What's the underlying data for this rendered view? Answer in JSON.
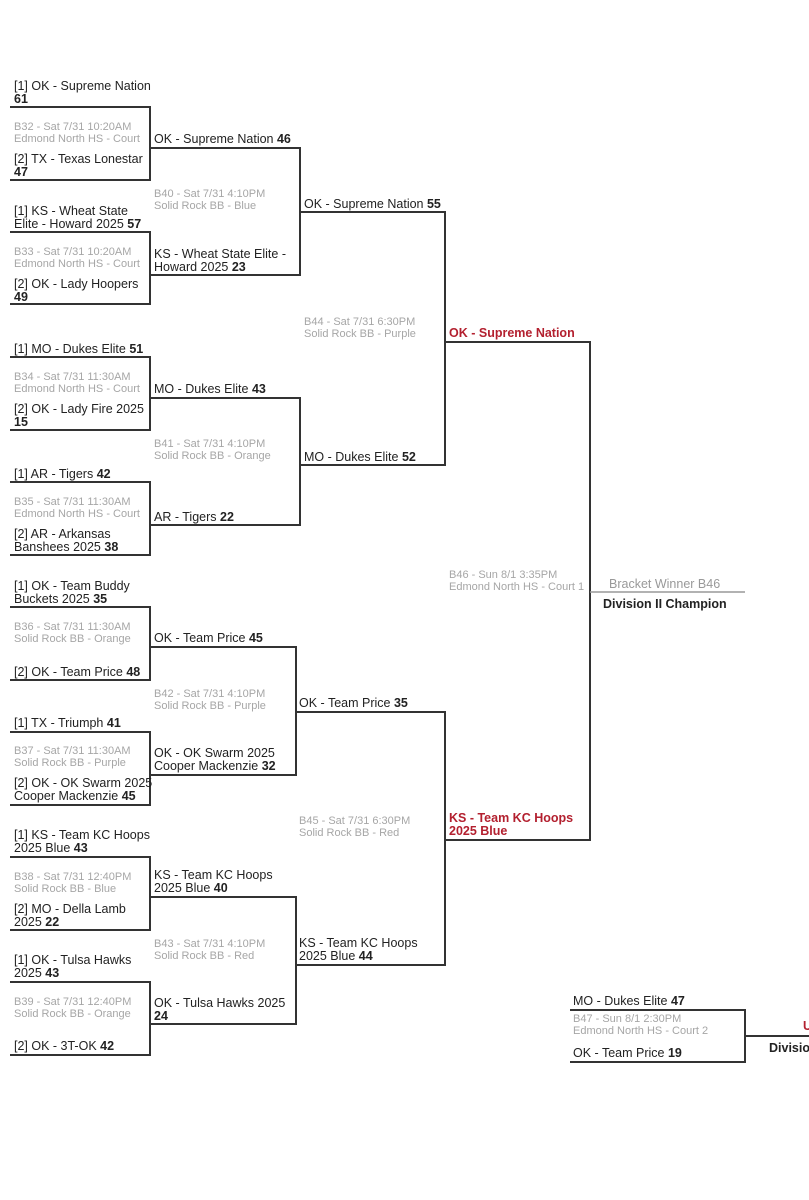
{
  "colors": {
    "line": "#333333",
    "info": "#a6a6a6",
    "winner": "#b3202f"
  },
  "round1": {
    "b32": {
      "t1": "[1] OK - Supreme Nation",
      "s1": "61",
      "info": "B32 - Sat 7/31 10:20AM",
      "venue": "Edmond North HS - Court",
      "t2": "[2] TX - Texas Lonestar",
      "s2": "47"
    },
    "b33": {
      "t1a": "[1] KS - Wheat State",
      "t1b": "Elite - Howard 2025",
      "s1": "57",
      "info": "B33 - Sat 7/31 10:20AM",
      "venue": "Edmond North HS - Court",
      "t2": "[2] OK - Lady Hoopers",
      "s2": "49"
    },
    "b34": {
      "t1": "[1] MO - Dukes Elite",
      "s1": "51",
      "info": "B34 - Sat 7/31 11:30AM",
      "venue": "Edmond North HS - Court",
      "t2": "[2] OK - Lady Fire 2025",
      "s2": "15"
    },
    "b35": {
      "t1": "[1] AR - Tigers",
      "s1": "42",
      "info": "B35 - Sat 7/31 11:30AM",
      "venue": "Edmond North HS - Court",
      "t2a": "[2] AR - Arkansas",
      "t2b": "Banshees 2025",
      "s2": "38"
    },
    "b36": {
      "t1a": "[1] OK - Team Buddy",
      "t1b": "Buckets 2025",
      "s1": "35",
      "info": "B36 - Sat 7/31 11:30AM",
      "venue": "Solid Rock BB - Orange",
      "t2": "[2] OK - Team Price",
      "s2": "48"
    },
    "b37": {
      "t1": "[1] TX - Triumph",
      "s1": "41",
      "info": "B37 - Sat 7/31 11:30AM",
      "venue": "Solid Rock BB - Purple",
      "t2a": "[2] OK - OK Swarm 2025",
      "t2b": "Cooper Mackenzie",
      "s2": "45"
    },
    "b38": {
      "t1a": "[1] KS - Team KC Hoops",
      "t1b": "2025 Blue",
      "s1": "43",
      "info": "B38 - Sat 7/31 12:40PM",
      "venue": "Solid Rock BB - Blue",
      "t2a": "[2] MO - Della Lamb",
      "t2b": "2025",
      "s2": "22"
    },
    "b39": {
      "t1a": "[1] OK - Tulsa Hawks",
      "t1b": "2025",
      "s1": "43",
      "info": "B39 - Sat 7/31 12:40PM",
      "venue": "Solid Rock BB - Orange",
      "t2": "[2] OK - 3T-OK",
      "s2": "42"
    }
  },
  "round2": {
    "b40": {
      "t1": "OK - Supreme Nation",
      "s1": "46",
      "info": "B40 - Sat 7/31 4:10PM",
      "venue": "Solid Rock BB - Blue",
      "t2a": "KS - Wheat State Elite -",
      "t2b": "Howard 2025",
      "s2": "23"
    },
    "b41": {
      "t1": "MO - Dukes Elite",
      "s1": "43",
      "info": "B41 - Sat 7/31 4:10PM",
      "venue": "Solid Rock BB - Orange",
      "t2": "AR - Tigers",
      "s2": "22"
    },
    "b42": {
      "t1": "OK - Team Price",
      "s1": "45",
      "info": "B42 - Sat 7/31 4:10PM",
      "venue": "Solid Rock BB - Purple",
      "t2a": "OK - OK Swarm 2025",
      "t2b": "Cooper Mackenzie",
      "s2": "32"
    },
    "b43": {
      "t1a": "KS - Team KC Hoops",
      "t1b": "2025 Blue",
      "s1": "40",
      "info": "B43 - Sat 7/31 4:10PM",
      "venue": "Solid Rock BB - Red",
      "t2a": "OK - Tulsa Hawks 2025",
      "s2": "24"
    }
  },
  "round3": {
    "b44": {
      "t1": "OK - Supreme Nation",
      "s1": "55",
      "info": "B44 - Sat 7/31 6:30PM",
      "venue": "Solid Rock BB - Purple",
      "t2": "MO - Dukes Elite",
      "s2": "52"
    },
    "b45": {
      "t1": "OK - Team Price",
      "s1": "35",
      "info": "B45 - Sat 7/31 6:30PM",
      "venue": "Solid Rock BB - Red",
      "t2a": "KS - Team KC Hoops",
      "t2b": "2025 Blue",
      "s2": "44"
    }
  },
  "final": {
    "w1": "OK - Supreme Nation",
    "w2a": "KS - Team KC Hoops",
    "w2b": "2025 Blue",
    "info": "B46 - Sun 8/1 3:35PM",
    "venue": "Edmond North HS - Court 1",
    "bracket_winner": "Bracket Winner B46",
    "champion": "Division II Champion"
  },
  "third_place": {
    "t1": "MO - Dukes Elite",
    "s1": "47",
    "info": "B47 - Sun 8/1 2:30PM",
    "venue": "Edmond North HS - Court 2",
    "t2": "OK - Team Price",
    "s2": "19",
    "winner_partial": "U",
    "label_partial": "Divisio"
  }
}
